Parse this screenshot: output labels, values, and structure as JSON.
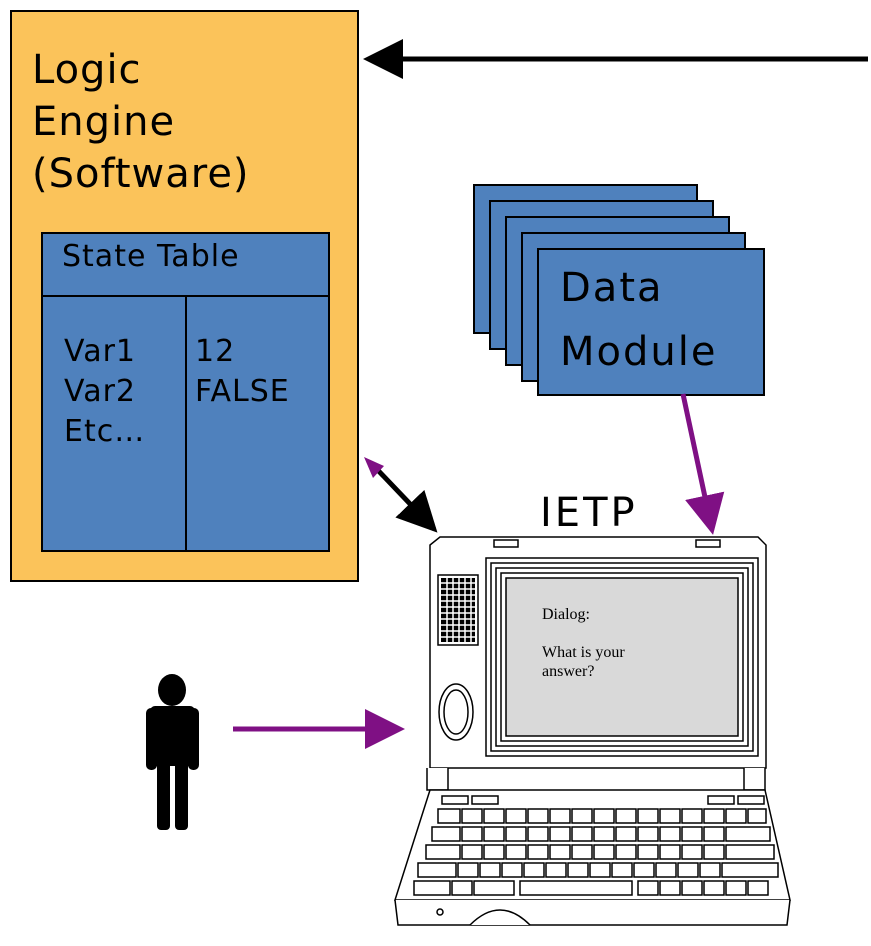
{
  "logic_engine": {
    "title_lines": [
      "Logic",
      "Engine",
      "(Software)"
    ]
  },
  "state_table": {
    "title": "State Table",
    "names": [
      "Var1",
      "Var2",
      "Etc…"
    ],
    "values": [
      "12",
      "FALSE",
      ""
    ]
  },
  "data_module": {
    "lines": [
      "Data",
      "Module"
    ]
  },
  "laptop": {
    "label": "IETP",
    "screen": {
      "heading": "Dialog:",
      "prompt_lines": [
        "What is your",
        "answer?"
      ]
    }
  },
  "colors": {
    "engine_fill": "#fbc35a",
    "table_fill": "#4f81bd",
    "module_fill": "#4f81bd",
    "arrow_purple": "#7f1084",
    "arrow_black": "#000000",
    "screen_fill": "#d9d9d9"
  },
  "icons": {
    "user": "person-icon",
    "device": "laptop-icon"
  }
}
